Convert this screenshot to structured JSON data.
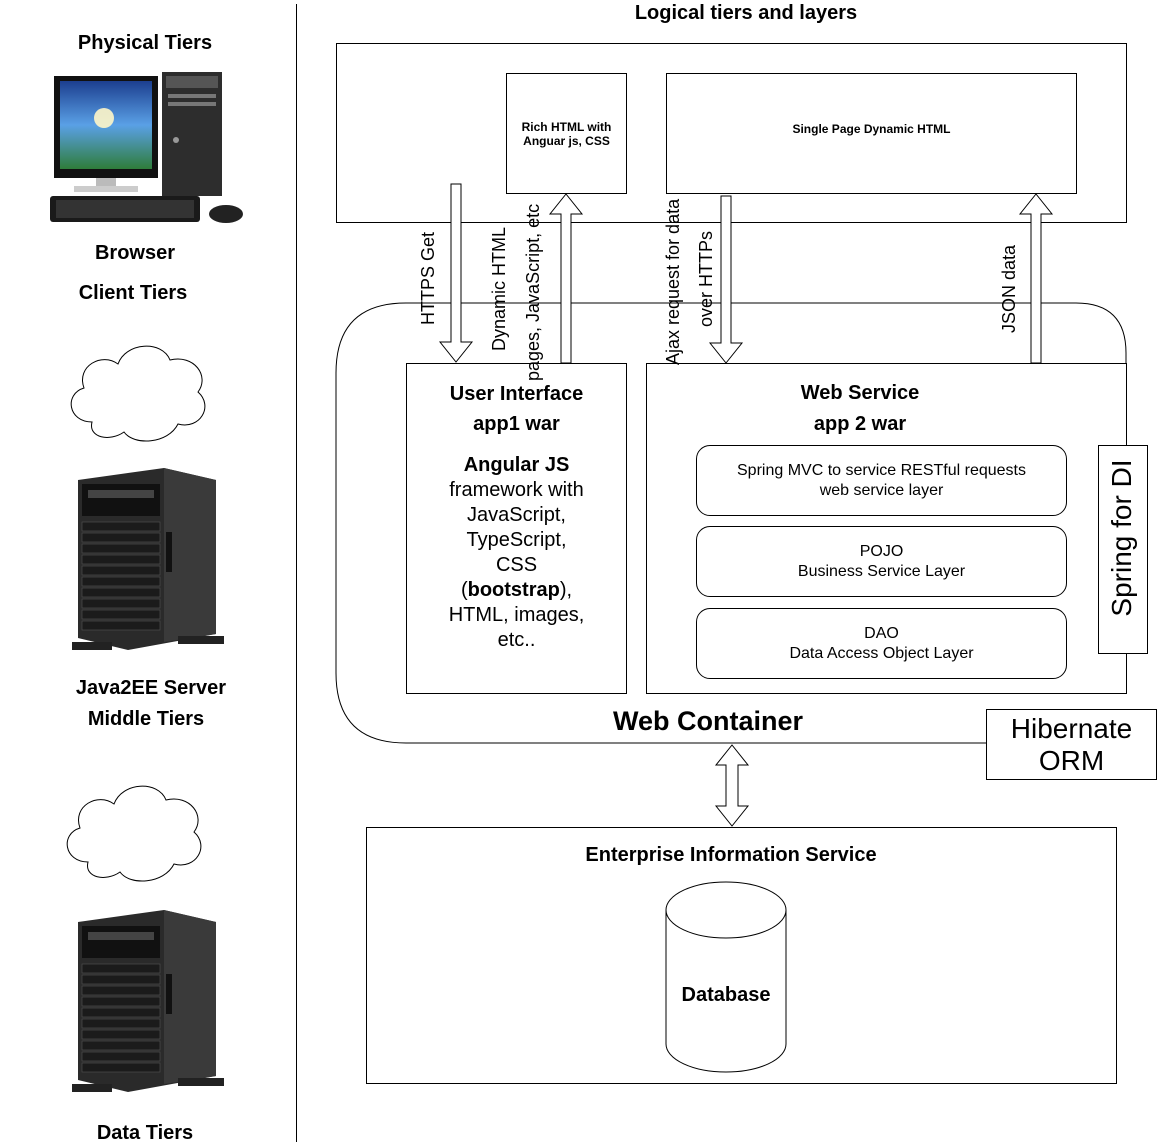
{
  "left_panel": {
    "physical_tiers": "Physical Tiers",
    "browser": "Browser",
    "client_tiers": "Client Tiers",
    "server": "Java2EE Server",
    "middle_tiers": "Middle Tiers",
    "data_tiers": "Data Tiers"
  },
  "diagram": {
    "title": "Logical tiers and layers",
    "rich_html": "Rich HTML with Anguar js, CSS",
    "spa": "Single Page Dynamic HTML",
    "https_get": "HTTPS Get",
    "dynamic_html_line1": "Dynamic HTML",
    "dynamic_html_line2": "pages, JavaScript, etc",
    "ajax_line1": "Ajax request for data",
    "ajax_line2": "over HTTPs",
    "json_data": "JSON data",
    "ui_title1": "User Interface",
    "ui_title2": "app1 war",
    "ui_angular": "Angular JS",
    "ui_line1": "framework with",
    "ui_line2": "JavaScript,",
    "ui_line3": "TypeScript,",
    "ui_line4": "CSS",
    "ui_paren_open": "(",
    "ui_bootstrap": "bootstrap",
    "ui_paren_close": "),",
    "ui_line6": "HTML, images,",
    "ui_line7": "etc..",
    "ws_title1": "Web Service",
    "ws_title2": "app 2 war",
    "layer1_line1": "Spring MVC to service RESTful requests",
    "layer1_line2": "web service layer",
    "layer2_line1": "POJO",
    "layer2_line2": "Business Service Layer",
    "layer3_line1": "DAO",
    "layer3_line2": "Data Access Object Layer",
    "spring_di": "Spring for DI",
    "web_container": "Web Container",
    "hibernate_line1": "Hibernate",
    "hibernate_line2": "ORM",
    "eis": "Enterprise Information Service",
    "database": "Database"
  }
}
